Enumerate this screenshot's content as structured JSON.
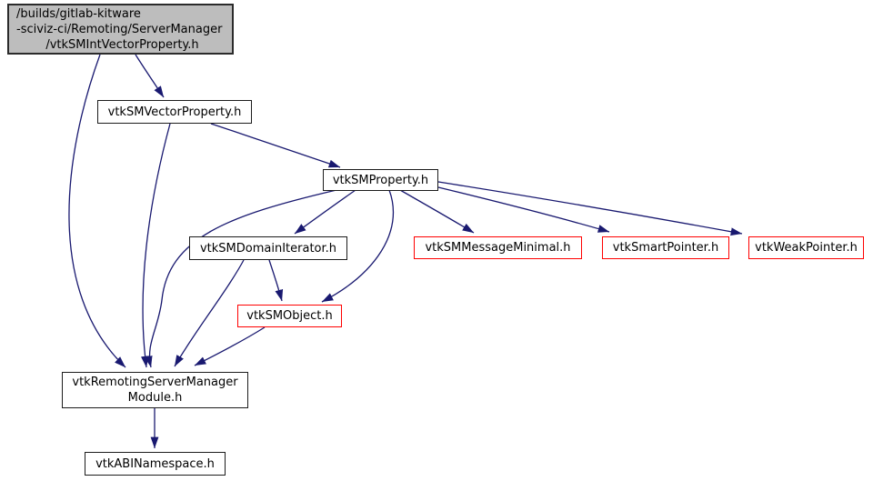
{
  "diagram": {
    "title": "Include dependency graph for vtkSMIntVectorProperty.h",
    "type": "include-dependency-graph",
    "colors": {
      "edge": "#191970",
      "node_border": "#1c1c1c",
      "truncated_node_border": "#ff0000",
      "root_background": "#bdbdbd",
      "node_background": "#ffffff",
      "text": "#000000"
    },
    "nodes": {
      "root": {
        "lines": [
          "/builds/gitlab-kitware",
          "-sciviz-ci/Remoting/ServerManager",
          "/vtkSMIntVectorProperty.h"
        ],
        "full_label": "/builds/gitlab-kitware-sciviz-ci/Remoting/ServerManager/vtkSMIntVectorProperty.h"
      },
      "vector_property": {
        "label": "vtkSMVectorProperty.h"
      },
      "sm_property": {
        "label": "vtkSMProperty.h"
      },
      "domain_iterator": {
        "label": "vtkSMDomainIterator.h"
      },
      "message_minimal": {
        "label": "vtkSMMessageMinimal.h"
      },
      "smart_pointer": {
        "label": "vtkSmartPointer.h"
      },
      "weak_pointer": {
        "label": "vtkWeakPointer.h"
      },
      "sm_object": {
        "label": "vtkSMObject.h"
      },
      "module": {
        "lines": [
          "vtkRemotingServerManager",
          "Module.h"
        ],
        "full_label": "vtkRemotingServerManagerModule.h"
      },
      "abi_namespace": {
        "label": "vtkABINamespace.h"
      }
    },
    "edges": [
      {
        "from": "vtkSMIntVectorProperty.h",
        "to": "vtkSMVectorProperty.h"
      },
      {
        "from": "vtkSMIntVectorProperty.h",
        "to": "vtkRemotingServerManagerModule.h"
      },
      {
        "from": "vtkSMVectorProperty.h",
        "to": "vtkSMProperty.h"
      },
      {
        "from": "vtkSMVectorProperty.h",
        "to": "vtkRemotingServerManagerModule.h"
      },
      {
        "from": "vtkSMProperty.h",
        "to": "vtkSMDomainIterator.h"
      },
      {
        "from": "vtkSMProperty.h",
        "to": "vtkSMMessageMinimal.h"
      },
      {
        "from": "vtkSMProperty.h",
        "to": "vtkSmartPointer.h"
      },
      {
        "from": "vtkSMProperty.h",
        "to": "vtkWeakPointer.h"
      },
      {
        "from": "vtkSMProperty.h",
        "to": "vtkSMObject.h"
      },
      {
        "from": "vtkSMProperty.h",
        "to": "vtkRemotingServerManagerModule.h"
      },
      {
        "from": "vtkSMDomainIterator.h",
        "to": "vtkSMObject.h"
      },
      {
        "from": "vtkSMDomainIterator.h",
        "to": "vtkRemotingServerManagerModule.h"
      },
      {
        "from": "vtkSMObject.h",
        "to": "vtkRemotingServerManagerModule.h"
      },
      {
        "from": "vtkRemotingServerManagerModule.h",
        "to": "vtkABINamespace.h"
      }
    ]
  }
}
